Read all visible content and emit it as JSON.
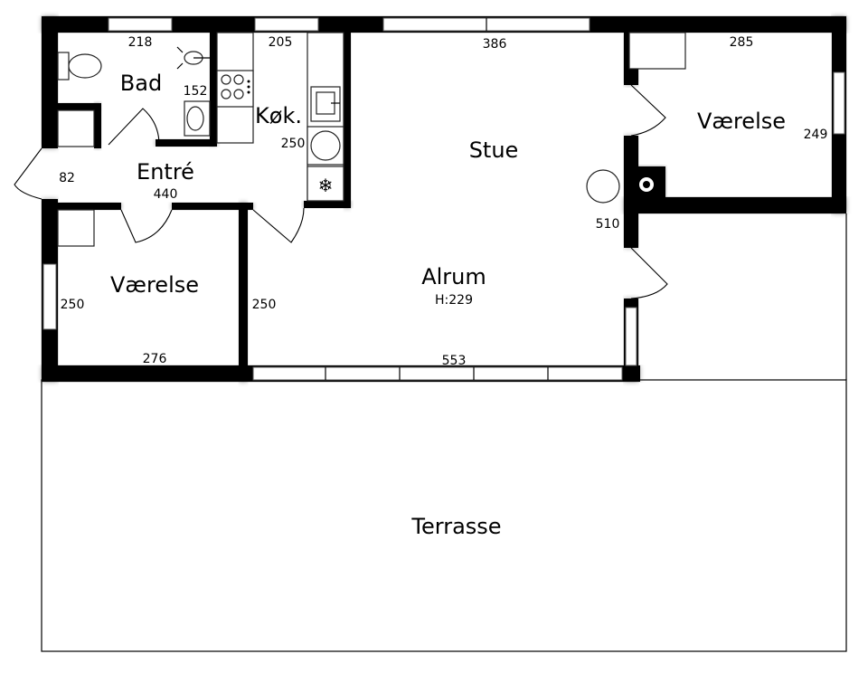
{
  "rooms": {
    "bad": "Bad",
    "kok": "Køk.",
    "entre": "Entré",
    "stue": "Stue",
    "vaerelse_right": "Værelse",
    "vaerelse_left": "Værelse",
    "alrum": "Alrum",
    "alrum_height": "H:229",
    "terrasse": "Terrasse"
  },
  "dimensions": {
    "bad_width": "218",
    "bad_depth": "152",
    "kok_width": "205",
    "kok_depth": "250",
    "stue_width": "386",
    "vaerelse_right_width": "285",
    "vaerelse_right_depth": "249",
    "entre_door": "82",
    "entre_length": "440",
    "stue_depth": "510",
    "vaerelse_left_depth": "250",
    "vaerelse_left_width": "276",
    "alrum_depth": "250",
    "alrum_width": "553"
  }
}
